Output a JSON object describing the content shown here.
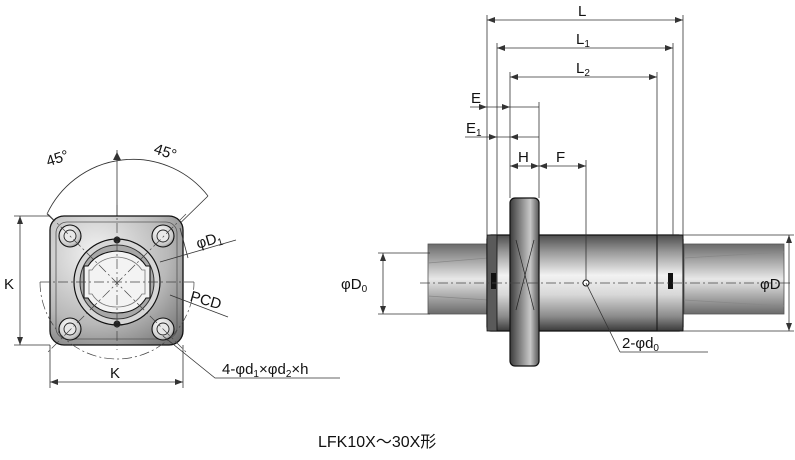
{
  "caption": "LFK10X～30X形",
  "front_view": {
    "angle_left": "45°",
    "angle_right": "45°",
    "label_D1": "φD",
    "label_D1_sub": "1",
    "label_K_vertical": "K",
    "label_K_horizontal": "K",
    "label_PCD": "PCD",
    "label_holes_a": "4-φd",
    "label_holes_a_sub": "1",
    "label_holes_b": "×φd",
    "label_holes_b_sub": "2",
    "label_holes_c": "×h"
  },
  "side_view": {
    "label_L": "L",
    "label_L1": "L",
    "label_L1_sub": "1",
    "label_L2": "L",
    "label_L2_sub": "2",
    "label_E": "E",
    "label_E1": "E",
    "label_E1_sub": "1",
    "label_H": "H",
    "label_F": "F",
    "label_D0": "φD",
    "label_D0_sub": "0",
    "label_D": "φD",
    "label_d0": "2-φd",
    "label_d0_sub": "0"
  },
  "colors": {
    "line": "#111111",
    "body_light": "#e6e6e6",
    "body_dark": "#555555",
    "flange": "#6a6a6a"
  }
}
